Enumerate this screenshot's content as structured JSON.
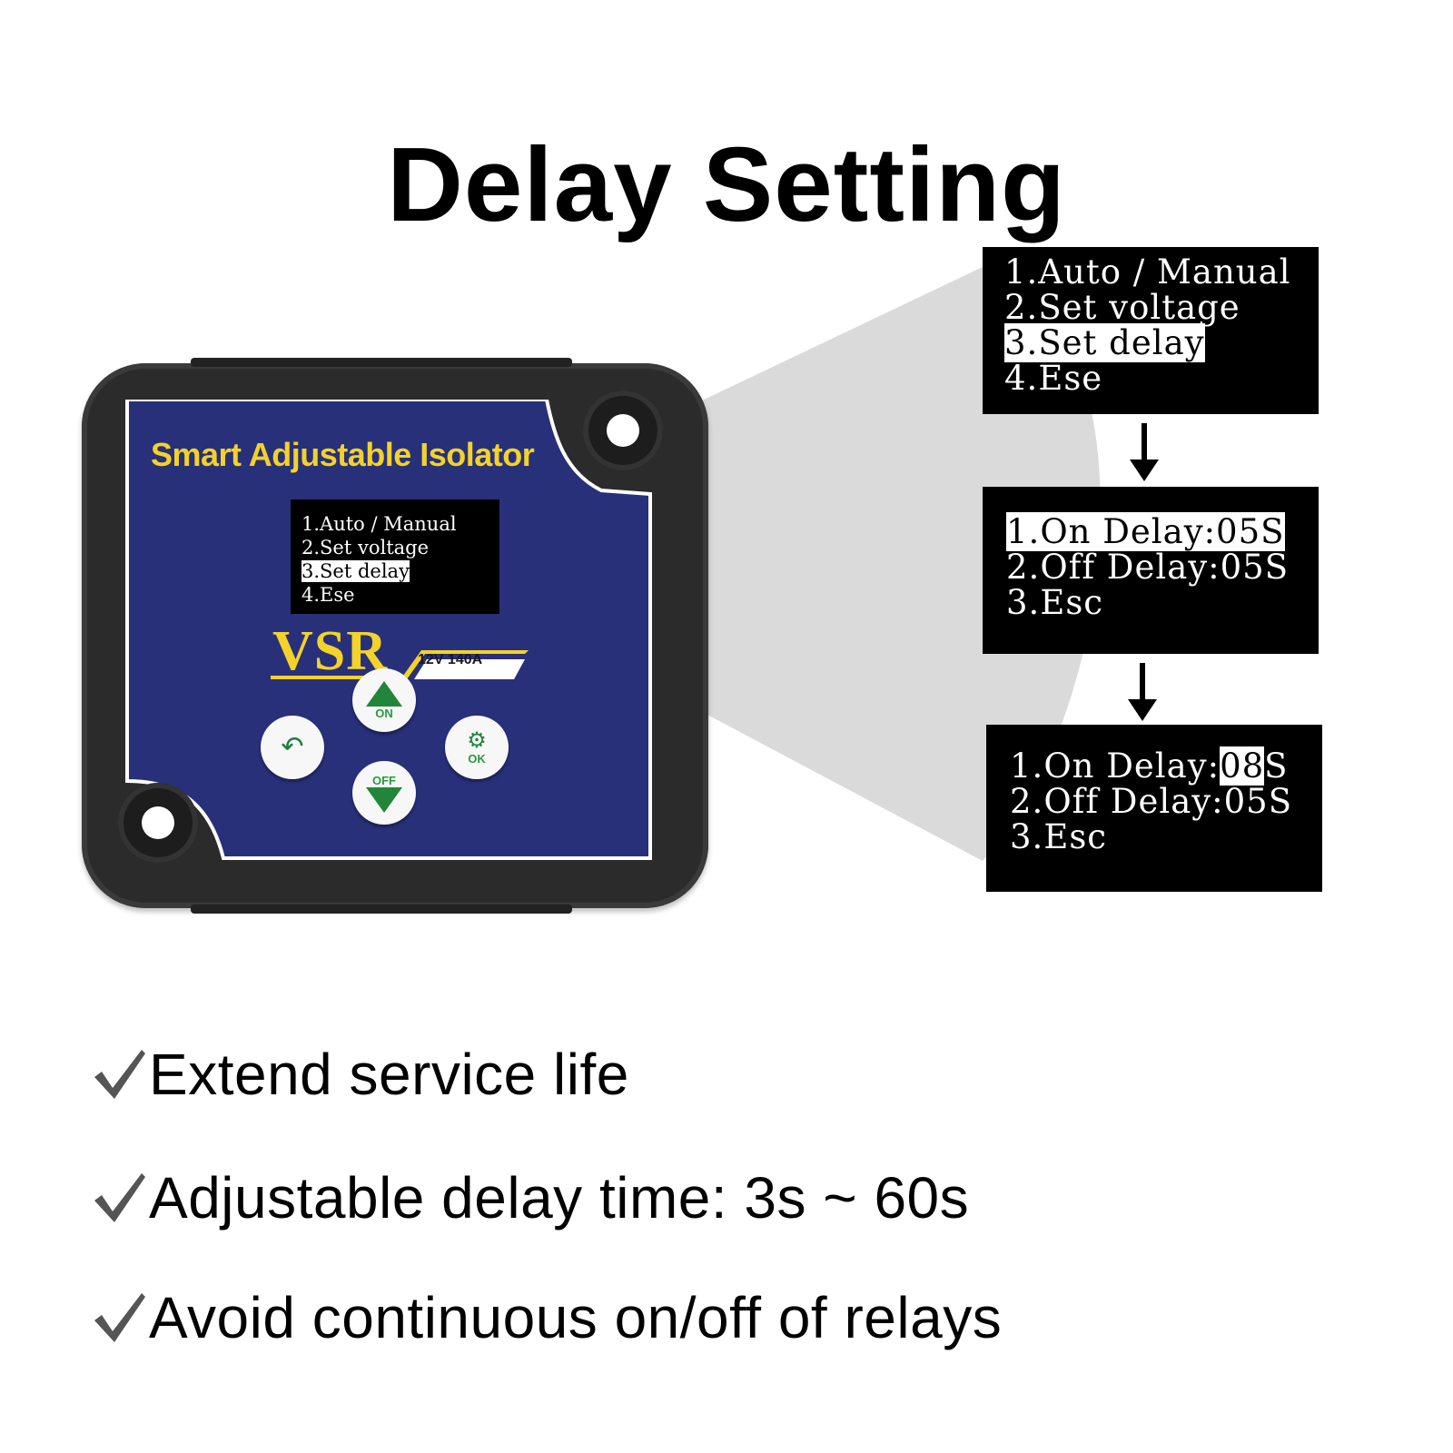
{
  "title": "Delay Setting",
  "device": {
    "title": "Smart Adjustable Isolator",
    "brand": "VSR",
    "rating": "12V 140A",
    "panel_color": "#28307a",
    "accent_color": "#f3d22a",
    "screen": {
      "lines": [
        {
          "num": "1.",
          "text": "Auto / Manual",
          "highlighted": false
        },
        {
          "num": "2.",
          "text": "Set voltage",
          "highlighted": false
        },
        {
          "num": "3.",
          "text": "Set delay",
          "highlighted": true
        },
        {
          "num": "4.",
          "text": "Ese",
          "highlighted": false
        }
      ]
    },
    "buttons": {
      "on_label": "ON",
      "off_label": "OFF",
      "ok_label": "OK",
      "up_icon": "triangle-up-icon",
      "down_icon": "triangle-down-icon",
      "back_icon": "return-arrow-icon",
      "ok_icon": "gear-icon",
      "icon_color": "#21863a"
    }
  },
  "menus": [
    {
      "lines": [
        {
          "num": "1.",
          "text": "Auto / Manual"
        },
        {
          "num": "2.",
          "text": "Set voltage"
        },
        {
          "num": "3.",
          "text": "Set delay"
        },
        {
          "num": "4.",
          "text": "Ese"
        }
      ]
    },
    {
      "lines": [
        {
          "num": "1.",
          "text": "On Delay:05S"
        },
        {
          "num": "2.",
          "text": "Off Delay:05S"
        },
        {
          "num": "3.",
          "text": "Esc"
        }
      ]
    },
    {
      "lines": [
        {
          "num": "1.",
          "label": "On Delay:",
          "value": "08",
          "unit": "S"
        },
        {
          "num": "2.",
          "text": "Off Delay:05S"
        },
        {
          "num": "3.",
          "text": "Esc"
        }
      ]
    }
  ],
  "features": [
    {
      "icon": "checkmark-icon",
      "text": "Extend service life"
    },
    {
      "icon": "checkmark-icon",
      "text": "Adjustable delay time: 3s ~ 60s"
    },
    {
      "icon": "checkmark-icon",
      "text": "Avoid continuous on/off of relays"
    }
  ]
}
